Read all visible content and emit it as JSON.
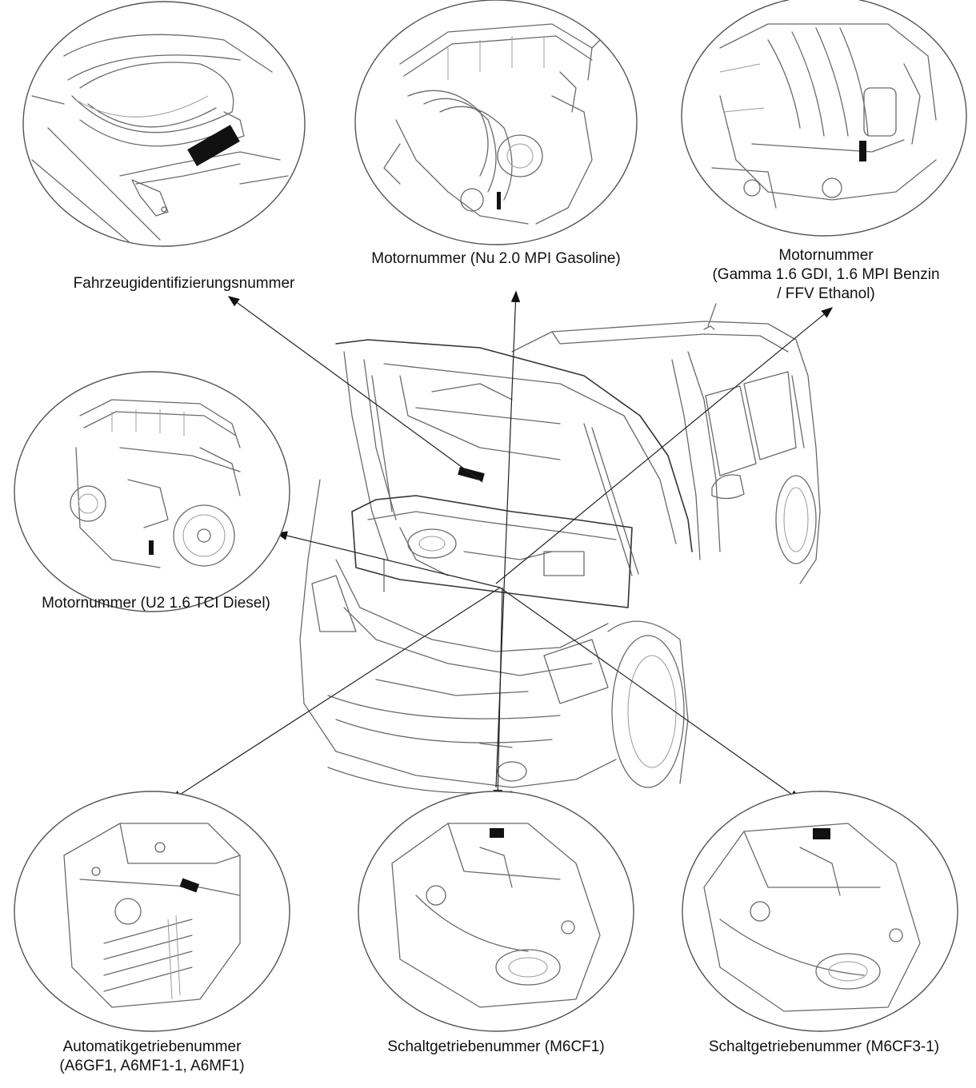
{
  "labels": {
    "vin": "Fahrzeugidentifizierungsnummer",
    "nu_engine": "Motornummer (Nu 2.0 MPI Gasoline)",
    "gamma_engine": [
      "Motornummer",
      "(Gamma 1.6 GDI, 1.6 MPI Benzin",
      "/ FFV Ethanol)"
    ],
    "u2_engine": "Motornummer (U2 1.6 TCI Diesel)",
    "auto_trans": [
      "Automatikgetriebenummer",
      "(A6GF1, A6MF1-1, A6MF1)"
    ],
    "m6cf1": "Schaltgetriebenummer (M6CF1)",
    "m6cf3": "Schaltgetriebenummer (M6CF3-1)"
  }
}
